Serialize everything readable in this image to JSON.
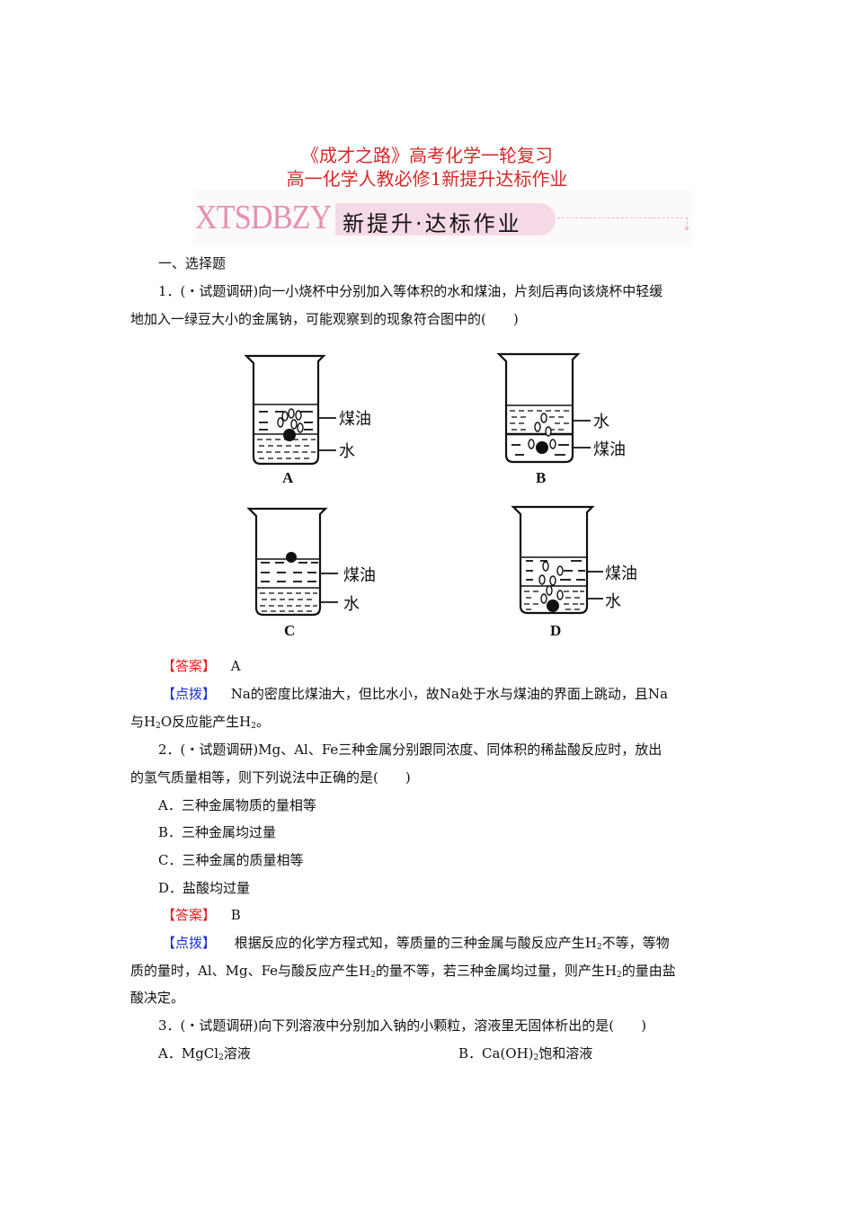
{
  "header": {
    "title_line1": "《成才之路》高考化学一轮复习",
    "title_line2": "高一化学人教必修1新提升达标作业",
    "banner_logo": "XTSDBZY",
    "banner_text": "新提升·达标作业",
    "title_color": "#d42a2a",
    "logo_color": "#e58fb0"
  },
  "section": {
    "heading": "一、选择题"
  },
  "q1": {
    "line1": "1．(・试题调研)向一小烧杯中分别加入等体积的水和煤油，片刻后再向该烧杯中轻缓",
    "line2": "地加入一绿豆大小的金属钠，可能观察到的现象符合图中的(　　)",
    "figures": [
      {
        "caption": "A",
        "top_label": "煤油",
        "bottom_label": "水"
      },
      {
        "caption": "B",
        "top_label": "水",
        "bottom_label": "煤油"
      },
      {
        "caption": "C",
        "top_label": "煤油",
        "bottom_label": "水"
      },
      {
        "caption": "D",
        "top_label": "煤油",
        "bottom_label": "水"
      }
    ],
    "answer_tag": "【答案】",
    "answer": "A",
    "hint_tag": "【点拨】",
    "hint_line1": "Na的密度比煤油大，但比水小，故Na处于水与煤油的界面上跳动，且Na",
    "hint_line2_a": "与H",
    "hint_line2_sub1": "2",
    "hint_line2_b": "O反应能产生H",
    "hint_line2_sub2": "2",
    "hint_line2_c": "。"
  },
  "q2": {
    "line1": "2．(・试题调研)Mg、Al、Fe三种金属分别跟同浓度、同体积的稀盐酸反应时，放出",
    "line2": "的氢气质量相等，则下列说法中正确的是(　　)",
    "options": [
      "A．三种金属物质的量相等",
      "B．三种金属均过量",
      "C．三种金属的质量相等",
      "D．盐酸均过量"
    ],
    "answer_tag": "【答案】",
    "answer": "B",
    "hint_tag": "【点拨】",
    "hint_line1_a": "根据反应的化学方程式知，等质量的三种金属与酸反应产生H",
    "hint_line1_sub": "2",
    "hint_line1_b": "不等，等物",
    "hint_line2_a": "质的量时，Al、Mg、Fe与酸反应产生H",
    "hint_line2_sub1": "2",
    "hint_line2_b": "的量不等，若三种金属均过量，则产生H",
    "hint_line2_sub2": "2",
    "hint_line2_c": "的量由盐",
    "hint_line3": "酸决定。"
  },
  "q3": {
    "line1": "3．(・试题调研)向下列溶液中分别加入钠的小颗粒，溶液里无固体析出的是(　　)",
    "option_a_pre": "A．MgCl",
    "option_a_sub": "2",
    "option_a_post": "溶液",
    "option_b_pre": "B．Ca(OH)",
    "option_b_sub": "2",
    "option_b_post": "饱和溶液"
  }
}
